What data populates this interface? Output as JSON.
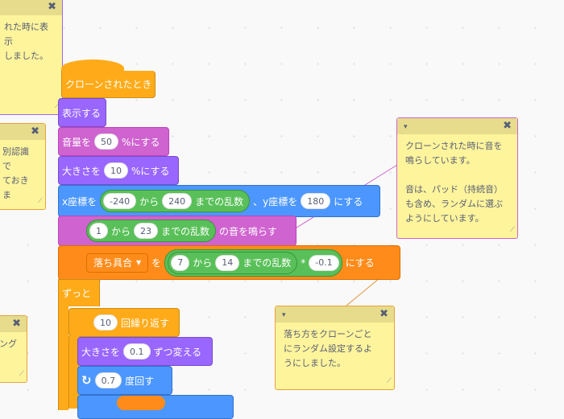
{
  "comments": [
    {
      "id": "c1",
      "text": "れた時に表示\nしました。",
      "border": "#9966ff"
    },
    {
      "id": "c2",
      "text": "別認識で\nておきま",
      "border": "#ffab19"
    },
    {
      "id": "c3",
      "text": "ング",
      "border": "#ffab19"
    },
    {
      "id": "c4",
      "text": "クローンされた時に音を\n鳴らしています。\n\n音は、パッド（持続音）\nも含め、ランダムに選ぶ\nようにしています。",
      "border": "#cf63cf"
    },
    {
      "id": "c5",
      "text": "落ち方をクローンごと\nにランダム設定するよ\nうにしました。",
      "border": "#ffab19"
    }
  ],
  "icons": {
    "close": "✖",
    "collapse": "▾",
    "resize": "⟋",
    "rotate": "↻",
    "dropdown": "▼"
  },
  "blocks": {
    "hat": {
      "label": "クローンされたとき"
    },
    "show": {
      "label": "表示する"
    },
    "volume": {
      "pre": "音量を",
      "value": "50",
      "post": "%にする"
    },
    "size": {
      "pre": "大きさを",
      "value": "10",
      "post": "%にする"
    },
    "goto": {
      "pre": "x座標を",
      "rand_from": "-240",
      "kara": "から",
      "rand_to": "240",
      "rand_post": "までの乱数",
      "mid": "、y座標を",
      "y": "180",
      "post": "にする"
    },
    "play": {
      "rand_from": "1",
      "kara": "から",
      "rand_to": "23",
      "rand_post": "までの乱数",
      "post": "の音を鳴らす"
    },
    "setvar": {
      "var": "落ち具合",
      "wo": "を",
      "rand_from": "7",
      "kara": "から",
      "rand_to": "14",
      "rand_post": "までの乱数",
      "op": "*",
      "mult": "-0.1",
      "post": "にする"
    },
    "forever": {
      "label": "ずっと"
    },
    "repeat": {
      "value": "10",
      "post": "回繰り返す"
    },
    "changesize": {
      "pre": "大きさを",
      "value": "0.1",
      "post": "ずつ変える"
    },
    "turn": {
      "value": "0.7",
      "post": "度回す"
    }
  }
}
